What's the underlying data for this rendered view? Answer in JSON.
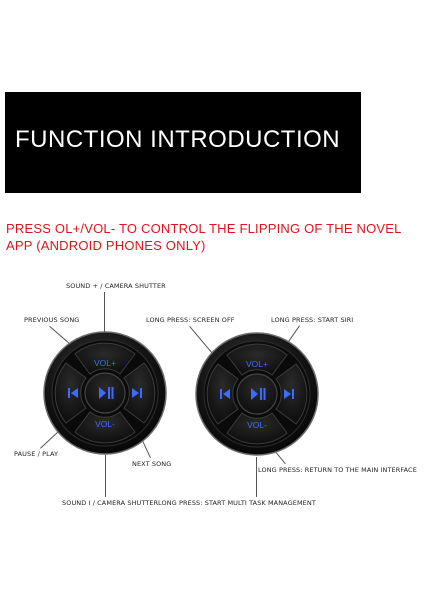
{
  "banner": {
    "title": "FUNCTION INTRODUCTION"
  },
  "notice": "PRESS OL+/VOL- TO CONTROL THE FLIPPING OF THE NOVEL APP (ANDROID PHONES ONLY)",
  "left_remote": {
    "labels": {
      "sound_up": "SOUND + / CAMERA SHUTTER",
      "previous": "PREVIOUS SONG",
      "pause": "PAUSE / PLAY",
      "next": "NEXT SONG",
      "sound_down": "SOUND I / CAMERA SHUTTER"
    },
    "keys": {
      "vol_up": "VOL+",
      "vol_down": "VOL-"
    }
  },
  "right_remote": {
    "labels": {
      "screen_off": "LONG PRESS: SCREEN OFF",
      "siri": "LONG PRESS: START SIRI",
      "main": "LONG PRESS: RETURN TO THE MAIN INTERFACE",
      "multitask": "LONG PRESS: START MULTI TASK MANAGEMENT"
    },
    "keys": {
      "vol_up": "VOL+",
      "vol_down": "VOL-"
    }
  },
  "colors": {
    "accent": "#e0141e",
    "key_glow": "#3b6cff",
    "button_body": "#111111"
  },
  "icons": [
    "previous-track-icon",
    "play-pause-icon",
    "next-track-icon"
  ]
}
